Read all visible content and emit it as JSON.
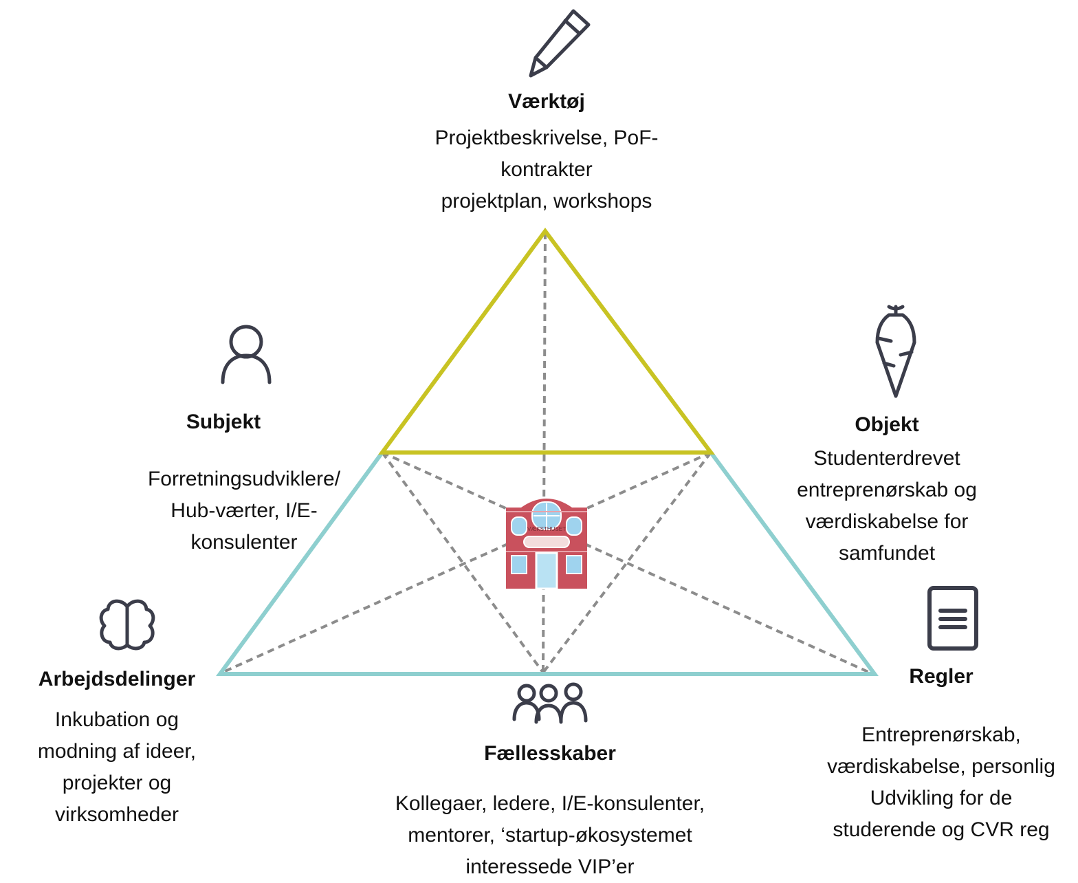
{
  "nodes": {
    "vaerktoj": {
      "title": "Værktøj",
      "lines": [
        "Projektbeskrivelse, PoF-",
        "kontrakter",
        "projektplan, workshops"
      ],
      "icon": "pencil-icon"
    },
    "subjekt": {
      "title": "Subjekt",
      "lines": [
        "Forretningsudviklere/",
        "Hub-værter, I/E-",
        "konsulenter"
      ],
      "icon": "person-icon"
    },
    "objekt": {
      "title": "Objekt",
      "lines": [
        "Studenterdrevet",
        "entreprenørskab og",
        "værdiskabelse for",
        "samfundet"
      ],
      "icon": "carrot-icon"
    },
    "arbejdsdelinger": {
      "title": "Arbejdsdelinger",
      "lines": [
        "Inkubation og",
        "modning af ideer,",
        "projekter og",
        "virksomheder"
      ],
      "icon": "brain-icon"
    },
    "faellesskaber": {
      "title": "Fællesskaber",
      "lines": [
        "Kollegaer, ledere, I/E-konsulenter,",
        "mentorer, ‘startup-økosystemet",
        "interessede VIP’er"
      ],
      "icon": "group-icon"
    },
    "regler": {
      "title": "Regler",
      "lines": [
        "Entreprenørskab,",
        "værdiskabelse, personlig",
        "Udvikling for de",
        "studerende og CVR reg"
      ],
      "icon": "document-icon"
    }
  },
  "center": {
    "sign": "VÆKSTHUSET",
    "icon": "building-icon"
  },
  "colors": {
    "upper_triangle": "#c8c323",
    "lower_trapezoid": "#8ecfcf",
    "dashed_lines": "#8c8c8c",
    "icons": "#3b3d4a",
    "building": "#c9515d"
  }
}
